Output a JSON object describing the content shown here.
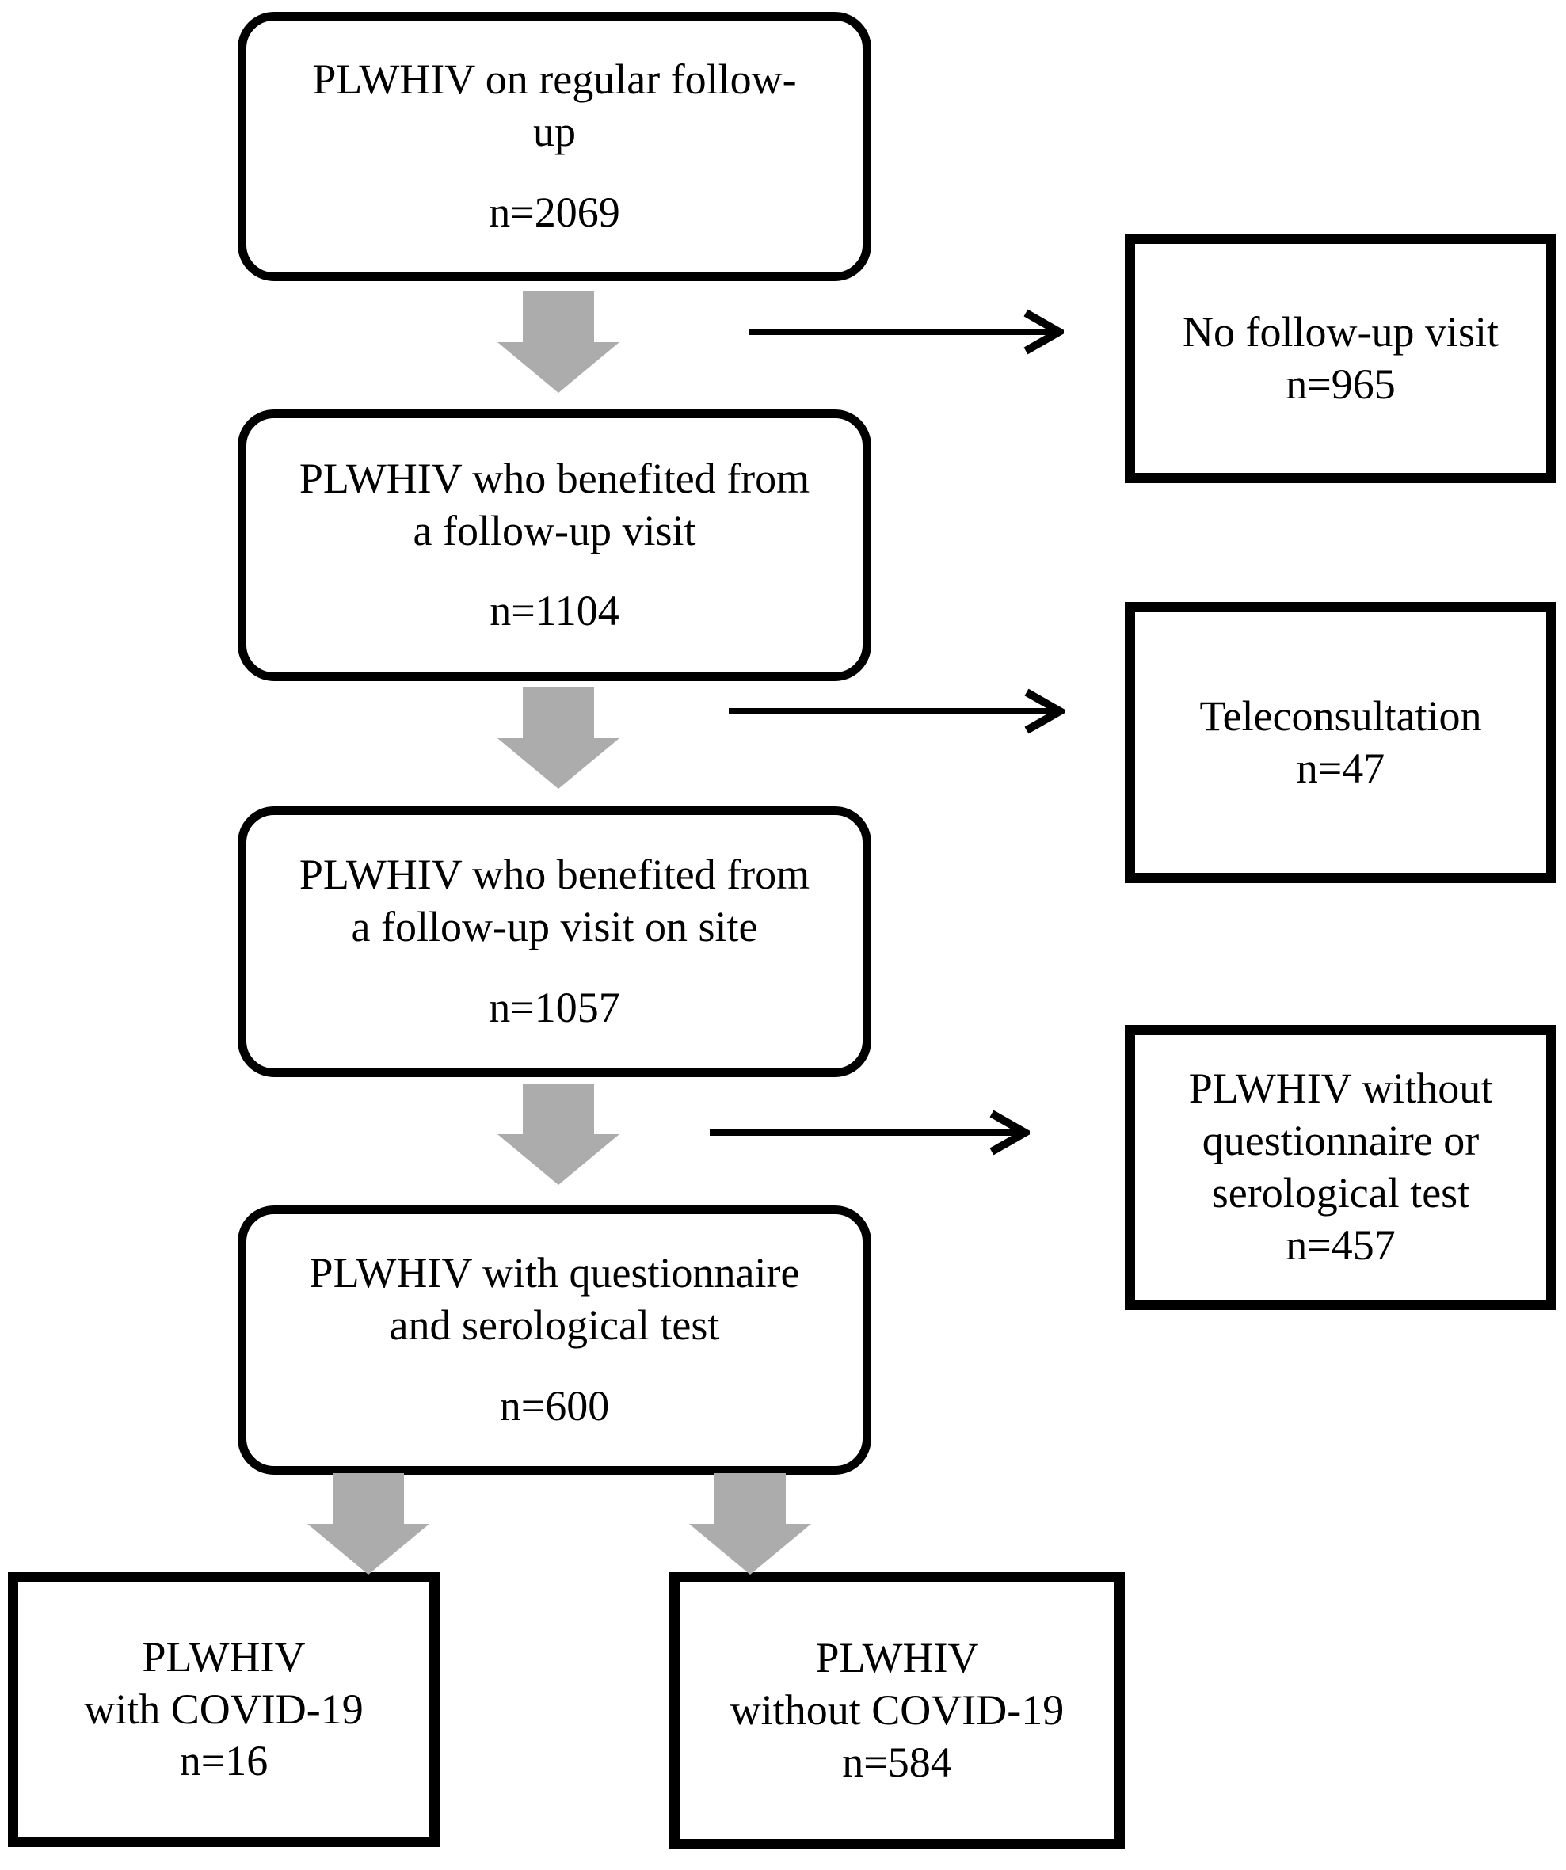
{
  "colors": {
    "background": "#FFFFFF",
    "box_border": "#000000",
    "text": "#000000",
    "block_arrow_gray": "#ACACAC",
    "line_arrow_black": "#000000"
  },
  "flowchart": {
    "main_boxes": [
      {
        "title": "PLWHIV on regular follow-\nup",
        "n": "n=2069"
      },
      {
        "title": "PLWHIV who benefited from\na follow-up visit",
        "n": "n=1104"
      },
      {
        "title": "PLWHIV who benefited from\na follow-up visit on site",
        "n": "n=1057"
      },
      {
        "title": "PLWHIV with questionnaire\nand serological test",
        "n": "n=600"
      }
    ],
    "side_boxes": [
      {
        "title": "No follow-up visit",
        "n": "n=965"
      },
      {
        "title": "Teleconsultation",
        "n": "n=47"
      },
      {
        "title": "PLWHIV without\nquestionnaire or\nserological test",
        "n": "n=457"
      }
    ],
    "bottom_boxes": [
      {
        "title": "PLWHIV\nwith COVID-19",
        "n": "n=16"
      },
      {
        "title": "PLWHIV\nwithout COVID-19",
        "n": "n=584"
      }
    ]
  }
}
